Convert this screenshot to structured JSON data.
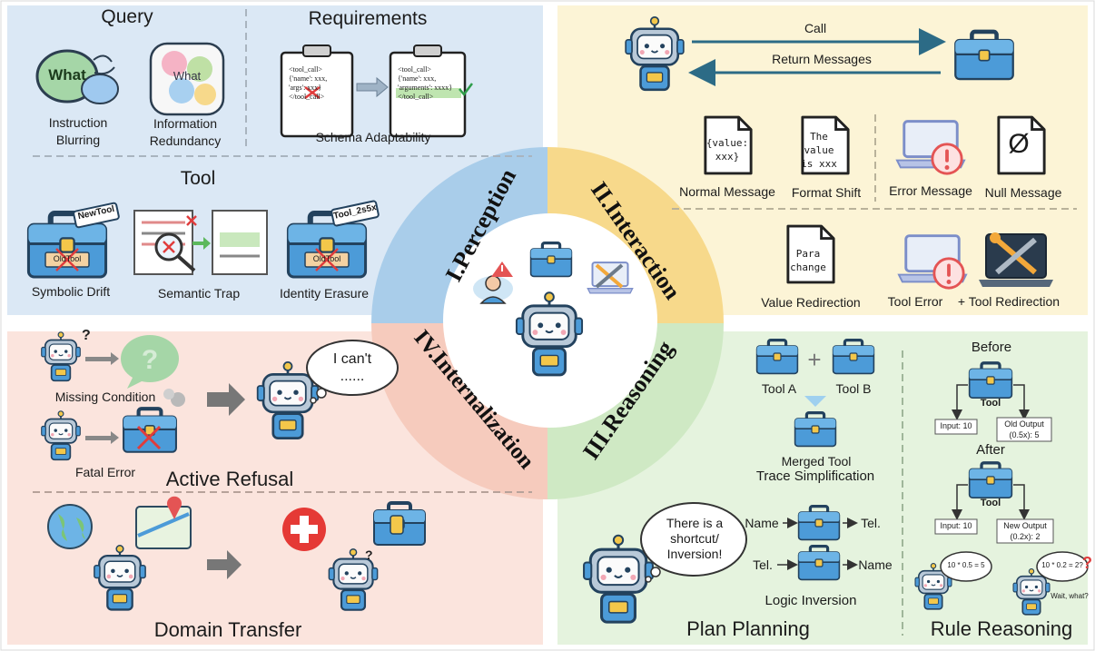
{
  "colors": {
    "perception": "#dbe8f5",
    "interaction": "#fcf4d6",
    "internalization": "#fbe4dd",
    "reasoning": "#e5f3de",
    "ring_perception": "#a9cdea",
    "ring_interaction": "#f7d98b",
    "ring_internalization": "#f6cbbd",
    "ring_reasoning": "#cfe9c4",
    "toolbox": "#4c9bd8"
  },
  "perception": {
    "query_title": "Query",
    "what_text": "What",
    "instruction_blurring": "Instruction\nBlurring",
    "information_redundancy": "Information\nRedundancy",
    "requirements_title": "Requirements",
    "doc_before": "<tool_call>\n{'name': xxx,\n'args': xxx}\n</tool_call>",
    "doc_after": "<tool_call>\n{'name': xxx,\n'arguments': xxxx}\n</tool_call>",
    "schema_adaptability": "Schema Adaptability",
    "tool_title": "Tool",
    "newtool_tag": "NewTool",
    "oldtool_tag": "OldTool",
    "tool2_tag": "Tool_2s5x",
    "symbolic_drift": "Symbolic Drift",
    "semantic_trap": "Semantic Trap",
    "identity_erasure": "Identity Erasure"
  },
  "interaction": {
    "call": "Call",
    "return_messages": "Return Messages",
    "normal_doc": "{value:\nxxx}",
    "normal_message": "Normal Message",
    "shift_doc": "The\nvalue\nis xxx",
    "format_shift": "Format Shift",
    "error_message": "Error Message",
    "null_symbol": "Ø",
    "null_message": "Null Message",
    "para_doc": "Para\nchange",
    "value_redirection": "Value Redirection",
    "tool_error": "Tool Error",
    "tool_redirection": "+ Tool Redirection"
  },
  "internalization": {
    "missing_condition": "Missing Condition",
    "fatal_error": "Fatal Error",
    "speech": "I can't\n......",
    "active_refusal": "Active Refusal",
    "domain_transfer": "Domain Transfer"
  },
  "reasoning": {
    "tool_a": "Tool A",
    "tool_b": "Tool B",
    "merged_tool": "Merged Tool",
    "trace_simplification": "Trace Simplification",
    "shortcut_bubble": "There is a\nshortcut/\nInversion!",
    "name_a": "Name",
    "tel_a": "Tel.",
    "tel_b": "Tel.",
    "name_b": "Name",
    "logic_inversion": "Logic Inversion",
    "plan_planning": "Plan Planning",
    "before": "Before",
    "after": "After",
    "tool_word_1": "Tool",
    "tool_word_2": "Tool",
    "input_1": "Input: 10",
    "old_output": "Old Output\n(0.5x): 5",
    "input_2": "Input: 10",
    "new_output": "New Output\n(0.2x): 2",
    "thought_1": "10 * 0.5 = 5",
    "thought_2": "10 * 0.2 = 2?",
    "wait_what": "Wait, what?",
    "rule_reasoning": "Rule Reasoning"
  },
  "center": {
    "perception_label": "I.Perception",
    "interaction_label": "II.Interaction",
    "reasoning_label": "III.Reasoning",
    "internalization_label": "IV.Internalization"
  }
}
